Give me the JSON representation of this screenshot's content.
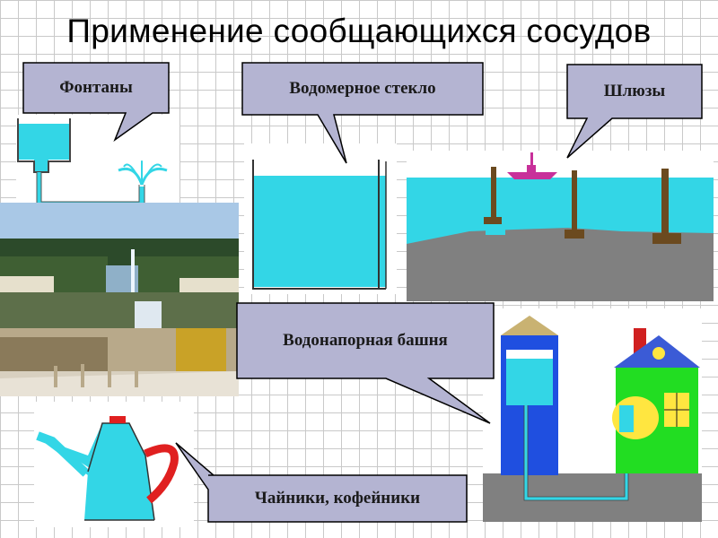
{
  "slide": {
    "title": "Применение сообщающихся сосудов",
    "labels": {
      "fountains": "Фонтаны",
      "water_glass": "Водомерное стекло",
      "locks": "Шлюзы",
      "water_tower": "Водонапорная башня",
      "kettles": "Чайники, кофейники"
    }
  },
  "colors": {
    "water": "#33d6e6",
    "callout_fill": "#b4b4d2",
    "ground": "#808080",
    "tower": "#1f4fe0",
    "house": "#22dd22",
    "roof": "#3b5bd6",
    "kettle_handle": "#e02020"
  }
}
